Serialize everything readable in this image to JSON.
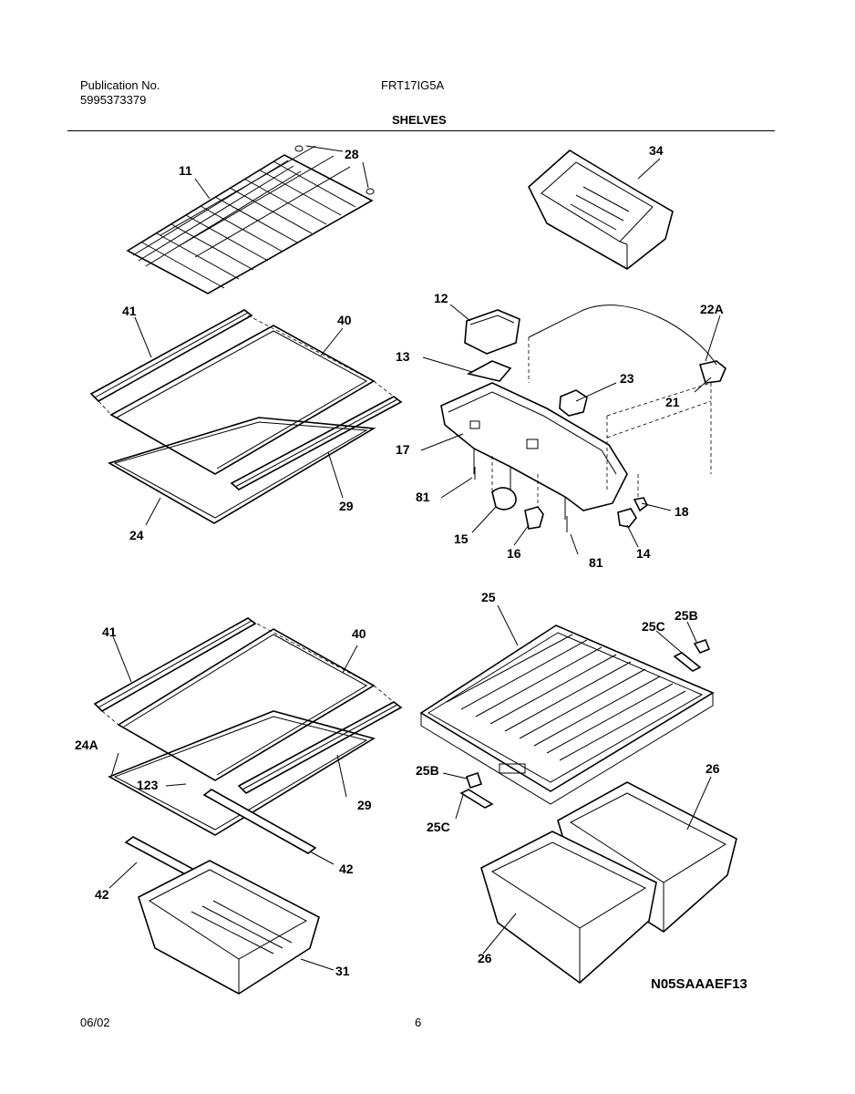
{
  "header": {
    "publication_label": "Publication No.",
    "publication_number": "5995373379",
    "model": "FRT17IG5A",
    "section_title": "SHELVES"
  },
  "footer": {
    "date": "06/02",
    "page": "6"
  },
  "diagram": {
    "code": "N05SAAAEF13",
    "callouts": [
      "28",
      "11",
      "34",
      "41",
      "40",
      "12",
      "22A",
      "13",
      "23",
      "21",
      "17",
      "29",
      "81",
      "18",
      "24",
      "15",
      "16",
      "81",
      "14",
      "25",
      "25B",
      "41",
      "40",
      "25C",
      "24A",
      "123",
      "25B",
      "29",
      "26",
      "25C",
      "42",
      "42",
      "26",
      "31"
    ]
  }
}
